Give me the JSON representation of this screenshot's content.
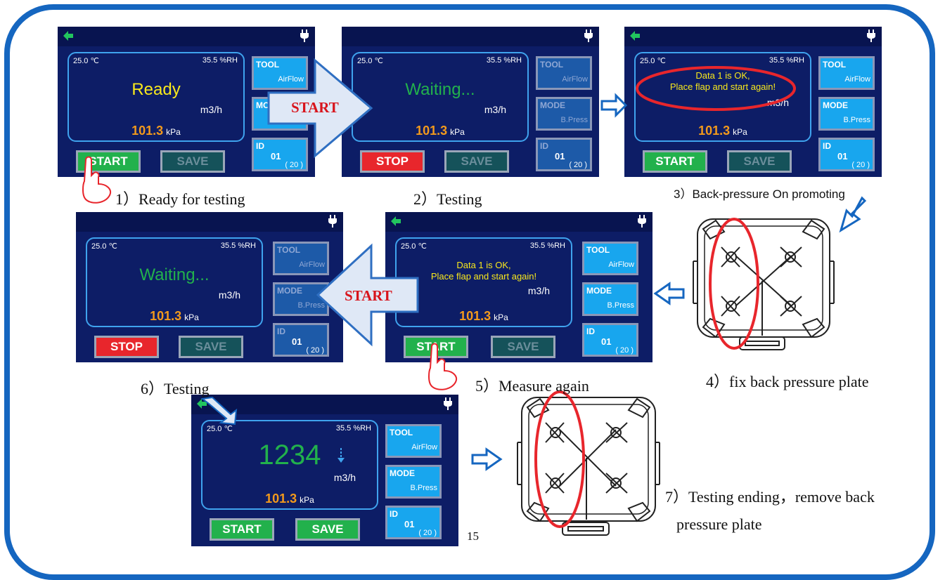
{
  "temperature": "25.0 ℃",
  "humidity": "35.5 %RH",
  "pressure_value": "101.3",
  "pressure_unit": "kPa",
  "flow_unit": "m3/h",
  "status_ready": "Ready",
  "status_waiting": "Waiting...",
  "message_line1": "Data 1 is OK,",
  "message_line2": "Place flap and start again!",
  "result_value": "1234",
  "side": {
    "tool_title": "TOOL",
    "tool_value": "AirFlow",
    "mode_title": "MODE",
    "mode_value": "B.Press",
    "id_title": "ID",
    "id_value": "01",
    "id_count": "( 20 )"
  },
  "buttons": {
    "start": "START",
    "stop": "STOP",
    "save": "SAVE"
  },
  "arrow_label": "START",
  "captions": {
    "step1": "1）Ready for testing",
    "step2": "2）Testing",
    "step3": "3）Back-pressure On promoting",
    "step4": "4）fix back pressure plate",
    "step5": "5）Measure again",
    "step6": "6）Testing",
    "step7_line1": "7）Testing ending，remove back",
    "step7_line2": "pressure plate"
  },
  "page_number": "15",
  "colors": {
    "frame": "#1566c0",
    "screen_bg": "#0d1d66",
    "ready_text": "#f8e81c",
    "waiting_text": "#22b14c",
    "result_text": "#22b14c",
    "pressure_text": "#f39a1c",
    "start_button": "#22b14c",
    "stop_button": "#e8262c",
    "highlight_ellipse": "#e8262c"
  }
}
